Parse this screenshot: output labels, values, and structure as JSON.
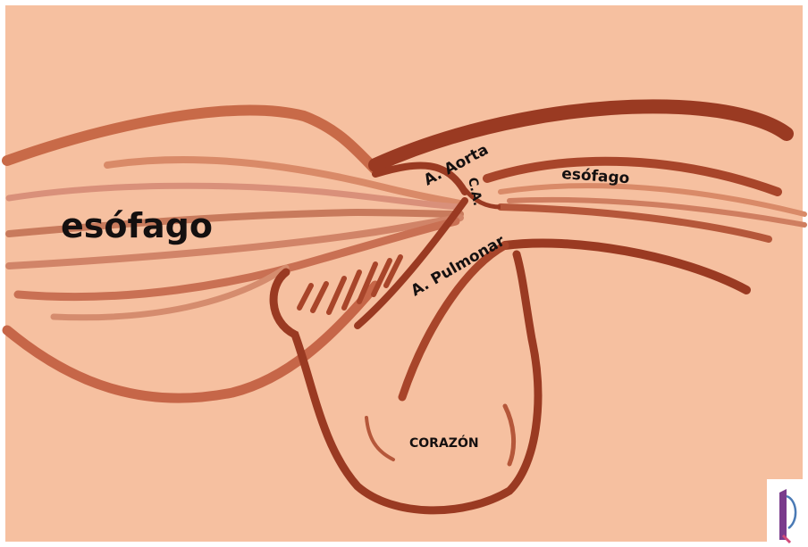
{
  "labels": {
    "esofago_left": "esófago",
    "esofago_right": "esófago",
    "aorta": "A. Aorta",
    "ca": "C.A.",
    "pulmonar": "A. Pulmonar",
    "corazon": "CORAZÓN"
  },
  "colors": {
    "background": "#f6c0a0",
    "dark_stroke": "#9a3a22",
    "mid_stroke": "#b5573a",
    "light_stroke": "#d98a68",
    "text": "#141010",
    "logo_purple": "#7a3b8c"
  },
  "logo": {
    "icon": "logo-mark-icon"
  }
}
